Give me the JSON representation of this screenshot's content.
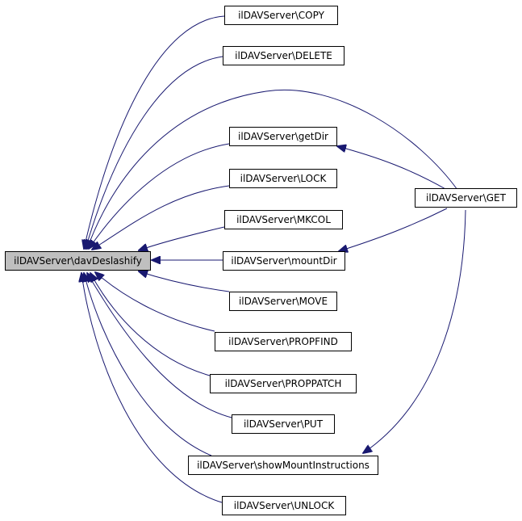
{
  "colors": {
    "edge": "#191970",
    "node_border": "#000000",
    "focus_fill": "#bfbfbf",
    "node_fill": "#ffffff"
  },
  "nodes": {
    "focus": "ilDAVServer\\davDeslashify",
    "copy": "ilDAVServer\\COPY",
    "delete": "ilDAVServer\\DELETE",
    "getdir": "ilDAVServer\\getDir",
    "lock": "ilDAVServer\\LOCK",
    "mkcol": "ilDAVServer\\MKCOL",
    "mountdir": "ilDAVServer\\mountDir",
    "move": "ilDAVServer\\MOVE",
    "propfind": "ilDAVServer\\PROPFIND",
    "proppatch": "ilDAVServer\\PROPPATCH",
    "put": "ilDAVServer\\PUT",
    "showmount": "ilDAVServer\\showMountInstructions",
    "unlock": "ilDAVServer\\UNLOCK",
    "get": "ilDAVServer\\GET"
  },
  "edges": [
    {
      "from": "copy",
      "to": "focus"
    },
    {
      "from": "delete",
      "to": "focus"
    },
    {
      "from": "get",
      "to": "focus"
    },
    {
      "from": "getdir",
      "to": "focus"
    },
    {
      "from": "lock",
      "to": "focus"
    },
    {
      "from": "mkcol",
      "to": "focus"
    },
    {
      "from": "mountdir",
      "to": "focus"
    },
    {
      "from": "move",
      "to": "focus"
    },
    {
      "from": "propfind",
      "to": "focus"
    },
    {
      "from": "proppatch",
      "to": "focus"
    },
    {
      "from": "put",
      "to": "focus"
    },
    {
      "from": "showmount",
      "to": "focus"
    },
    {
      "from": "unlock",
      "to": "focus"
    },
    {
      "from": "get",
      "to": "getdir"
    },
    {
      "from": "get",
      "to": "mountdir"
    },
    {
      "from": "get",
      "to": "showmount"
    }
  ]
}
